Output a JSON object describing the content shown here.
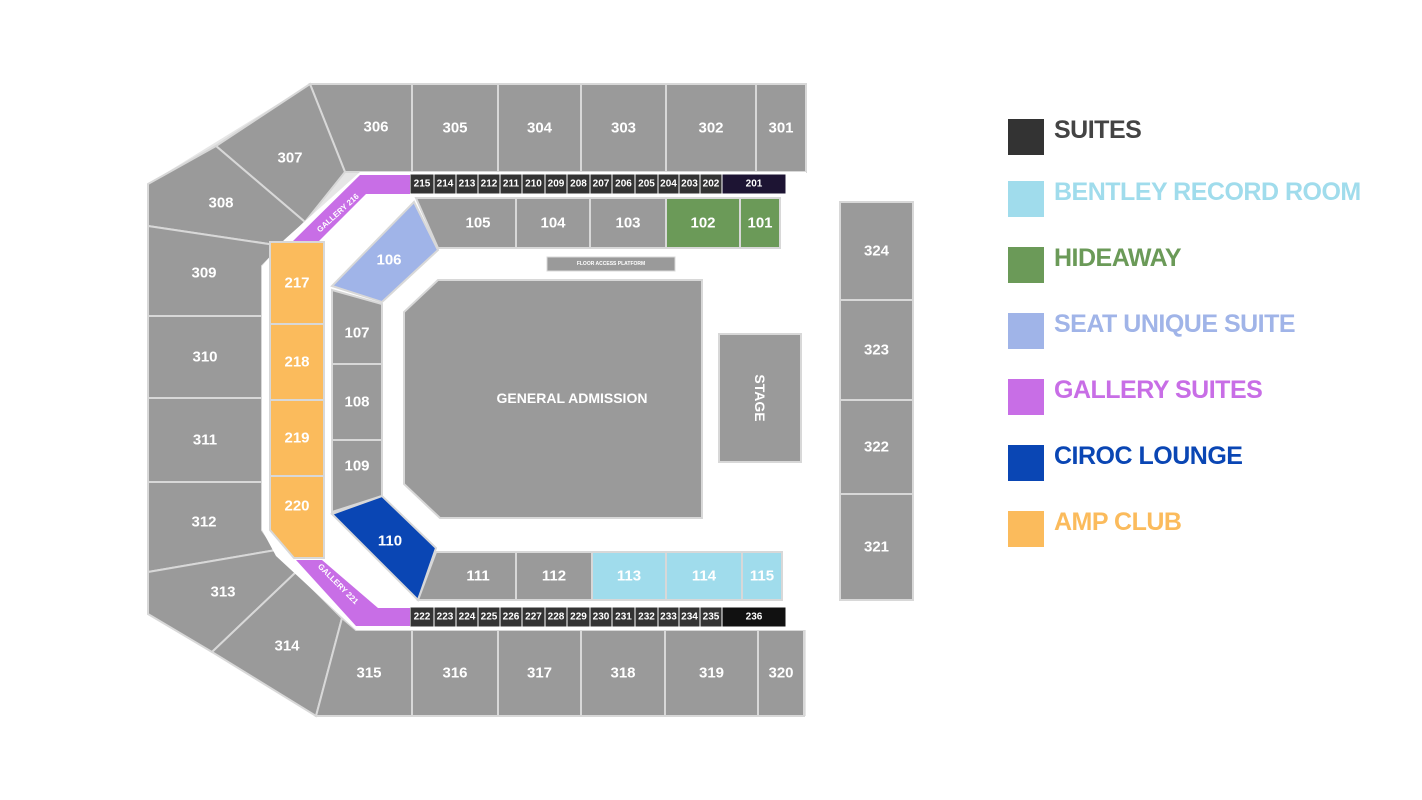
{
  "colors": {
    "standard": "#9a9a9a",
    "suites": "#333333",
    "suite_end": "#1d1433",
    "bentley": "#a0dcec",
    "hideaway": "#6b9a58",
    "seat_unique": "#a0b4e8",
    "gallery": "#c86ee6",
    "ciroc": "#0a46b4",
    "amp": "#fbbb5c",
    "outline": "#d8d8d8"
  },
  "sections": {
    "s301": "301",
    "s302": "302",
    "s303": "303",
    "s304": "304",
    "s305": "305",
    "s306": "306",
    "s307": "307",
    "s308": "308",
    "s309": "309",
    "s310": "310",
    "s311": "311",
    "s312": "312",
    "s313": "313",
    "s314": "314",
    "s315": "315",
    "s316": "316",
    "s317": "317",
    "s318": "318",
    "s319": "319",
    "s320": "320",
    "s321": "321",
    "s322": "322",
    "s323": "323",
    "s324": "324",
    "s101": "101",
    "s102": "102",
    "s103": "103",
    "s104": "104",
    "s105": "105",
    "s106": "106",
    "s107": "107",
    "s108": "108",
    "s109": "109",
    "s110": "110",
    "s111": "111",
    "s112": "112",
    "s113": "113",
    "s114": "114",
    "s115": "115",
    "s217": "217",
    "s218": "218",
    "s219": "219",
    "s220": "220"
  },
  "suites_top": [
    "215",
    "214",
    "213",
    "212",
    "211",
    "210",
    "209",
    "208",
    "207",
    "206",
    "205",
    "204",
    "203",
    "202",
    "201"
  ],
  "suites_bottom": [
    "222",
    "223",
    "224",
    "225",
    "226",
    "227",
    "228",
    "229",
    "230",
    "231",
    "232",
    "233",
    "234",
    "235",
    "236"
  ],
  "gallery_216": "GALLERY 216",
  "gallery_221": "GALLERY 221",
  "floor_access": "FLOOR ACCESS PLATFORM",
  "general_admission": "GENERAL ADMISSION",
  "stage": "STAGE",
  "legend": [
    {
      "label": "SUITES",
      "color": "#333333",
      "text_color": "#444444"
    },
    {
      "label": "BENTLEY RECORD ROOM",
      "color": "#a0dcec",
      "text_color": "#a0dcec"
    },
    {
      "label": "HIDEAWAY",
      "color": "#6b9a58",
      "text_color": "#6b9a58"
    },
    {
      "label": "SEAT UNIQUE SUITE",
      "color": "#a0b4e8",
      "text_color": "#a0b4e8"
    },
    {
      "label": "GALLERY SUITES",
      "color": "#c86ee6",
      "text_color": "#c86ee6"
    },
    {
      "label": "CIROC LOUNGE",
      "color": "#0a46b4",
      "text_color": "#0a46b4"
    },
    {
      "label": "AMP CLUB",
      "color": "#fbbb5c",
      "text_color": "#fbbb5c"
    }
  ]
}
